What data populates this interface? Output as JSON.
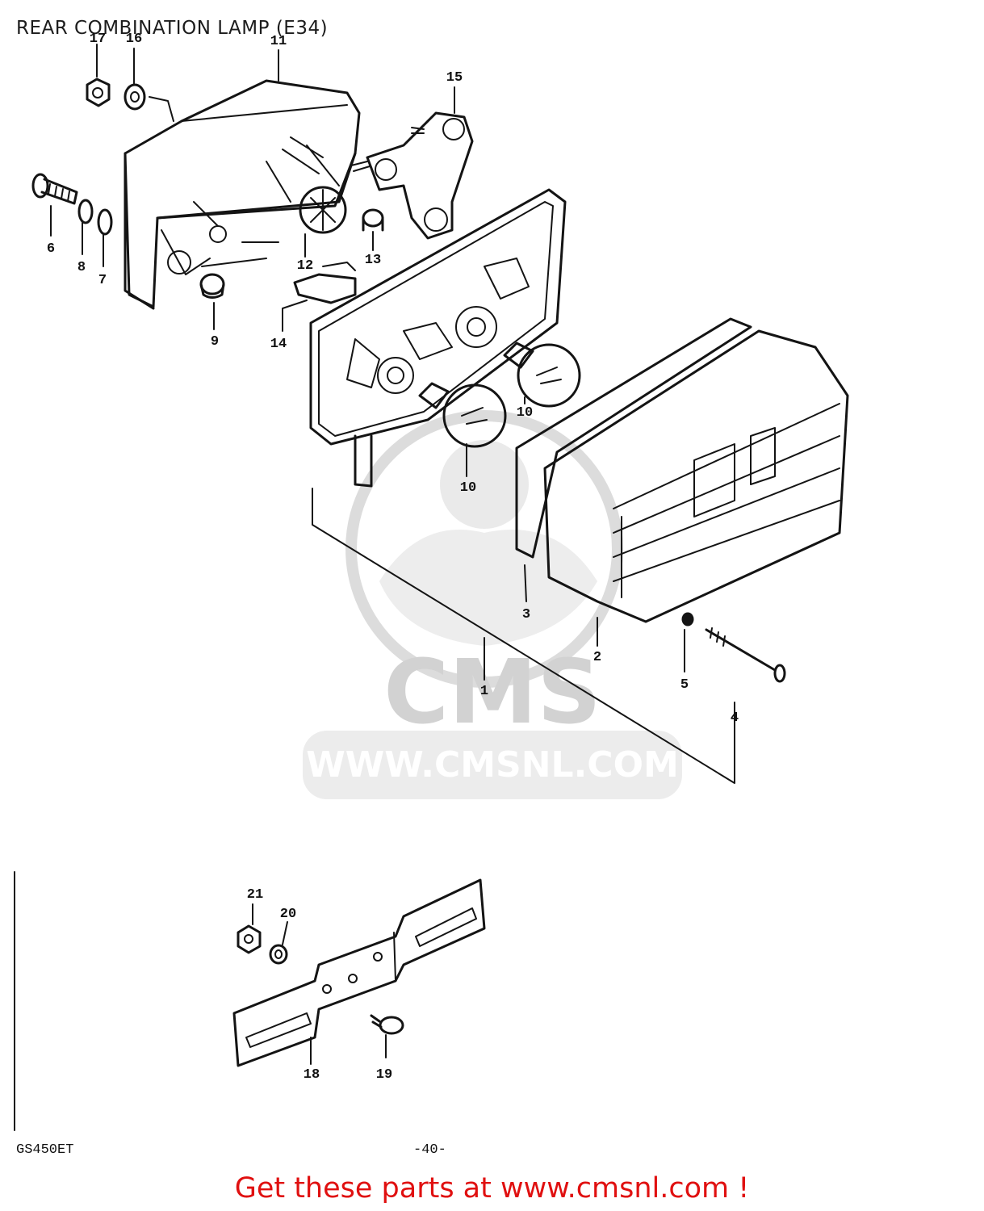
{
  "title": "REAR COMBINATION LAMP (E34)",
  "model_code": "GS450ET",
  "page_number": "-40-",
  "callouts": {
    "c1": "1",
    "c2": "2",
    "c3": "3",
    "c4": "4",
    "c5": "5",
    "c6": "6",
    "c7": "7",
    "c8": "8",
    "c9": "9",
    "c10a": "10",
    "c10b": "10",
    "c11": "11",
    "c12": "12",
    "c13": "13",
    "c14": "14",
    "c15": "15",
    "c16": "16",
    "c17": "17",
    "c18": "18",
    "c19": "19",
    "c20": "20",
    "c21": "21"
  },
  "watermark": {
    "brand": "CMS",
    "url": "WWW.CMSNL.COM"
  },
  "cta_link": "Get these parts at www.cmsnl.com !",
  "colors": {
    "ink": "#141414",
    "watermark": "#dcdcdc",
    "cta": "#e01010"
  }
}
